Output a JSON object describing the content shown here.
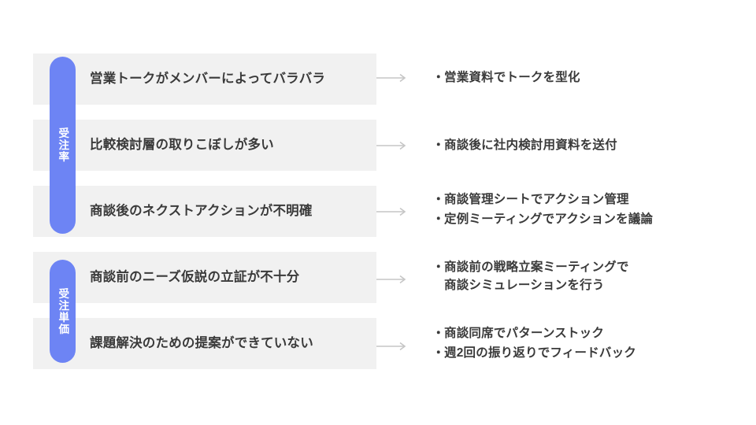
{
  "slide": {
    "background_color": "#ffffff",
    "band_color": "#f1f1f1",
    "pill_color": "#6d84f4",
    "text_color": "#3a3a3a",
    "arrow_color": "#c6c6c6"
  },
  "groups": [
    {
      "category_label": "受注率",
      "rows": [
        {
          "issue": "営業トークがメンバーによってバラバラ",
          "arrow": "arrow-right-icon",
          "actions": [
            "営業資料でトークを型化"
          ]
        },
        {
          "issue": "比較検討層の取りこぼしが多い",
          "arrow": "arrow-right-icon",
          "actions": [
            "商談後に社内検討用資料を送付"
          ]
        },
        {
          "issue": "商談後のネクストアクションが不明確",
          "arrow": "arrow-right-icon",
          "actions": [
            "商談管理シートでアクション管理",
            "定例ミーティングでアクションを議論"
          ]
        }
      ]
    },
    {
      "category_label": "受注単価",
      "rows": [
        {
          "issue": "商談前のニーズ仮説の立証が不十分",
          "arrow": "arrow-right-icon",
          "actions": [
            "商談前の戦略立案ミーティングで\n商談シミュレーションを行う"
          ]
        },
        {
          "issue": "課題解決のための提案ができていない",
          "arrow": "arrow-right-icon",
          "actions": [
            "商談同席でパターンストック",
            "週2回の振り返りでフィードバック"
          ]
        }
      ]
    }
  ],
  "bullet_glyph": "・"
}
